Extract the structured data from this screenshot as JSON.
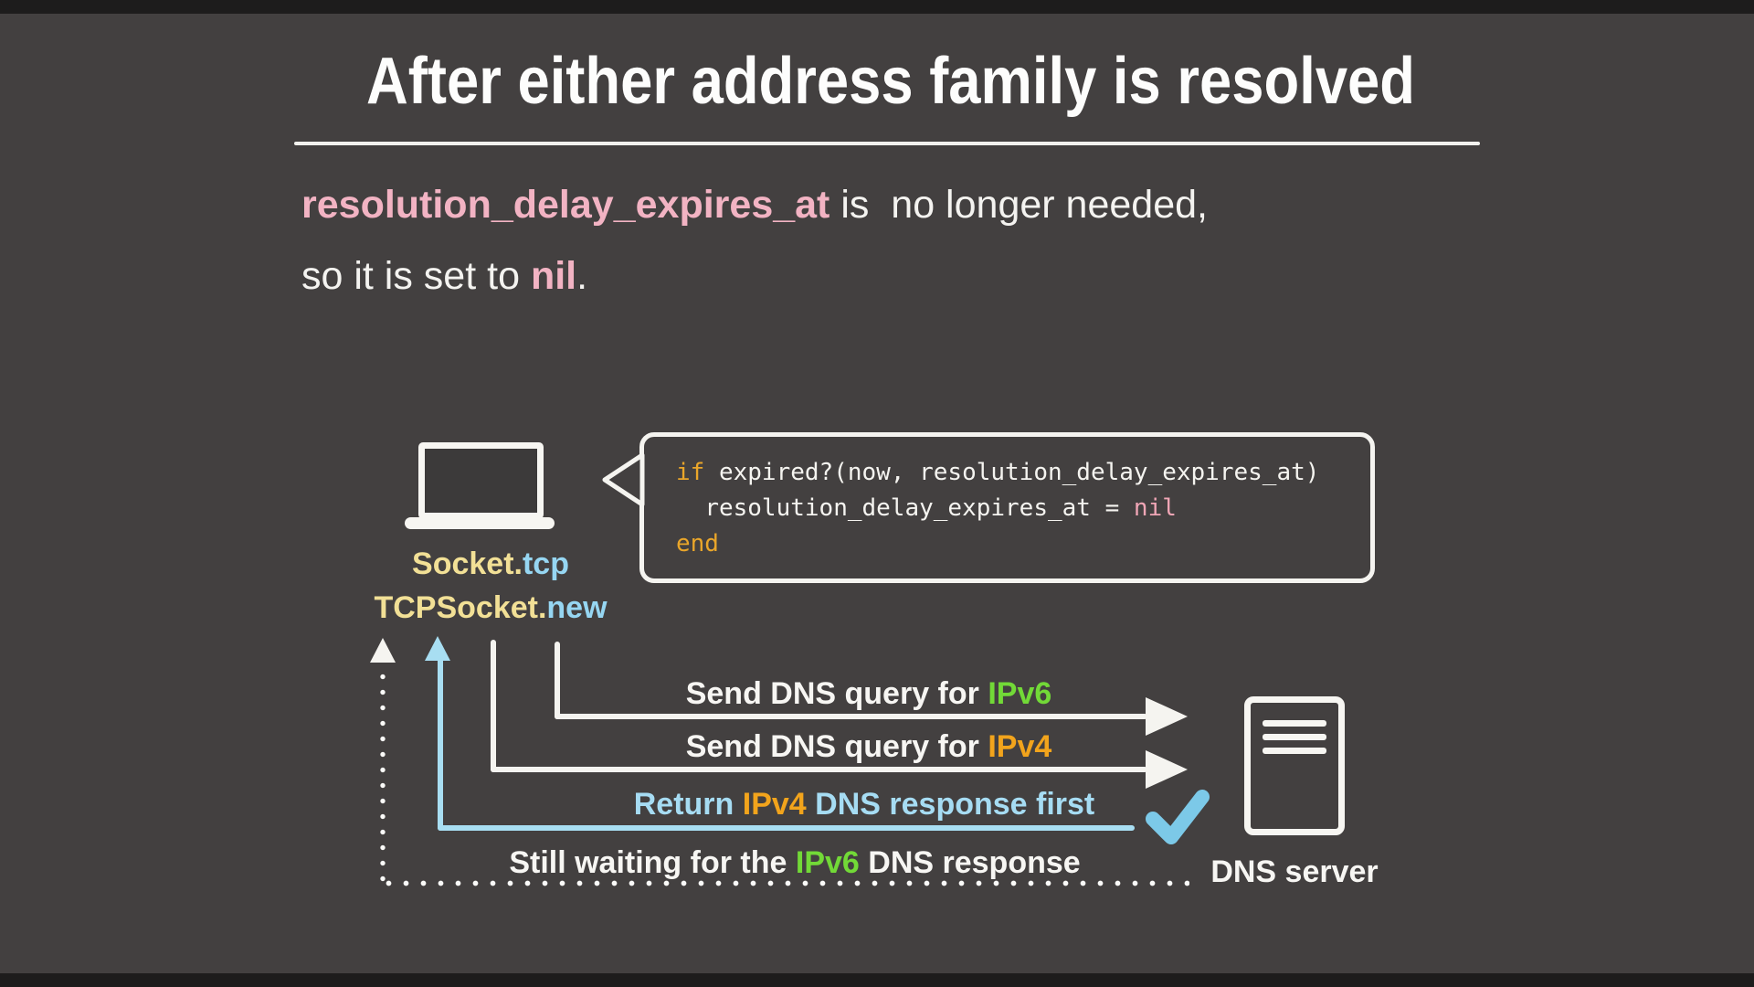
{
  "slide": {
    "title": "After either address family is resolved",
    "intro": {
      "var_name": "resolution_delay_expires_at",
      "after_var": " is  no longer needed,",
      "line2_prefix": "so it is set to ",
      "nil_word": "nil",
      "period": "."
    },
    "code": {
      "line1_keyword": "if",
      "line1_rest": " expired?(now, resolution_delay_expires_at)",
      "line2_indent": "  ",
      "line2_code": "resolution_delay_expires_at = ",
      "line2_nil": "nil",
      "line3_keyword": "end"
    },
    "client": {
      "label1_class": "Socket",
      "label1_dot": ".",
      "label1_method": "tcp",
      "label2_class": "TCPSocket",
      "label2_dot": ".",
      "label2_method": "new"
    },
    "server": {
      "label": "DNS server"
    },
    "messages": {
      "ipv6_query_prefix": "Send DNS query for ",
      "ipv6_query_hl": "IPv6",
      "ipv4_query_prefix": "Send DNS query for ",
      "ipv4_query_hl": "IPv4",
      "return_prefix": "Return ",
      "return_hl": "IPv4",
      "return_suffix": " DNS response first",
      "waiting_prefix": "Still waiting for the ",
      "waiting_hl": "IPv6",
      "waiting_suffix": " DNS response"
    },
    "colors": {
      "background": "#434040",
      "chalk_white": "#f5f4f0",
      "pink": "#f2b3c3",
      "cream": "#f2e096",
      "light_blue": "#96d6f2",
      "response_blue": "#a8def2",
      "green": "#72d937",
      "orange": "#f2a41c",
      "code_keyword": "#eaa62a",
      "code_nil": "#f0a6b6"
    }
  }
}
